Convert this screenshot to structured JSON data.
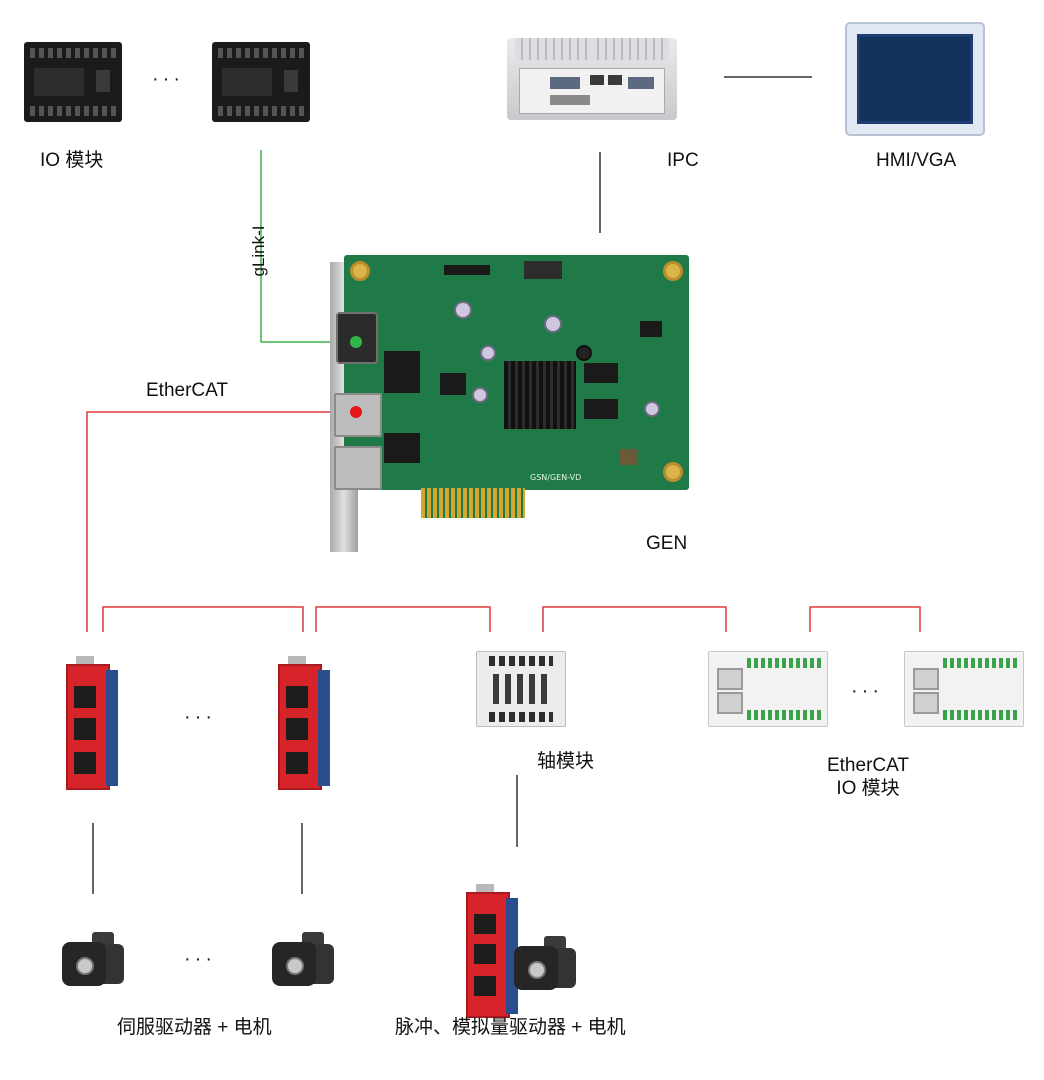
{
  "labels": {
    "io_module": "IO 模块",
    "ipc": "IPC",
    "hmi": "HMI/VGA",
    "glink": "gLink-I",
    "ethercat": "EtherCAT",
    "gen": "GEN",
    "axis_module": "轴模块",
    "ethercat_io_line1": "EtherCAT",
    "ethercat_io_line2": "IO 模块",
    "servo_motor": "伺服驱动器 + 电机",
    "pulse_motor": "脉冲、模拟量驱动器 + 电机",
    "ellipsis": "···",
    "board_silk": "GSN/GEN-VD"
  },
  "colors": {
    "ethercat_wire": "#e0363b",
    "glink_wire": "#3db34a",
    "plain_wire": "#333333",
    "dot_red": "#e8161b",
    "dot_green": "#2fb848"
  }
}
